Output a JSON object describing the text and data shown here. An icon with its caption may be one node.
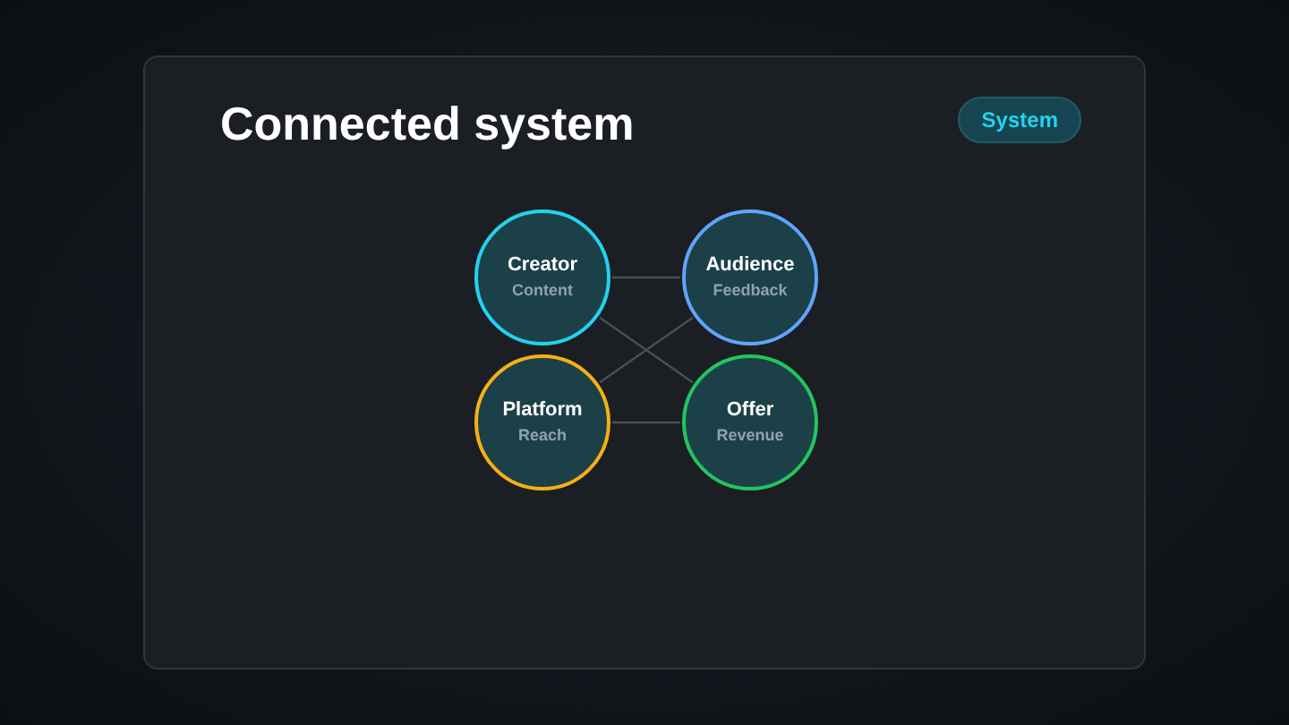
{
  "diagram": {
    "title": "Connected system",
    "nodes": [
      {
        "text": [
          "Creator",
          "Content"
        ]
      },
      {
        "text": [
          "Audience",
          "Feedback"
        ]
      },
      {
        "text": [
          "Platform",
          "Reach"
        ]
      },
      {
        "text": [
          "Offer",
          "Revenue"
        ]
      }
    ],
    "edges": [
      {
        "from": 0,
        "to": 1,
        "arrow": "none"
      },
      {
        "from": 0,
        "to": 3,
        "arrow": "none"
      },
      {
        "from": 1,
        "to": 2,
        "arrow": "none"
      },
      {
        "from": 2,
        "to": 3,
        "arrow": "none"
      }
    ],
    "labels": [
      "System"
    ]
  }
}
